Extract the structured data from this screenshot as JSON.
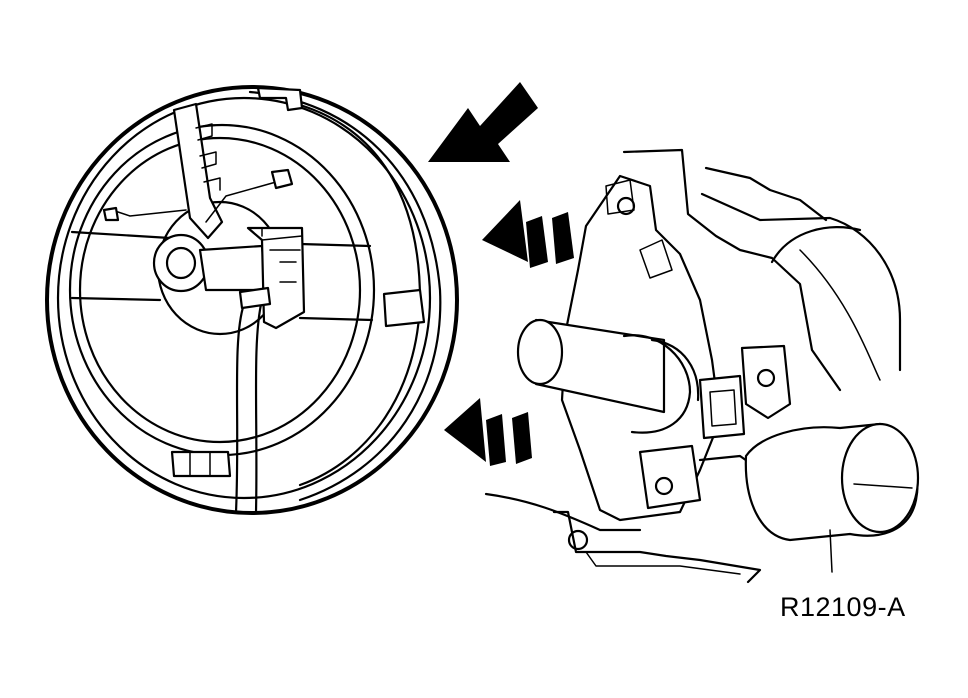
{
  "figure": {
    "reference_code": "R12109-A"
  },
  "parts": {
    "clockspring": "clockspring-assembly",
    "steering_column": "steering-column-assembly"
  },
  "icons": {
    "install_arrow_upper": "solid-arrow-icon",
    "install_arrow_mid": "dashed-arrow-icon",
    "install_arrow_lower": "dashed-arrow-icon"
  },
  "colors": {
    "line": "#000000",
    "background": "#ffffff"
  }
}
